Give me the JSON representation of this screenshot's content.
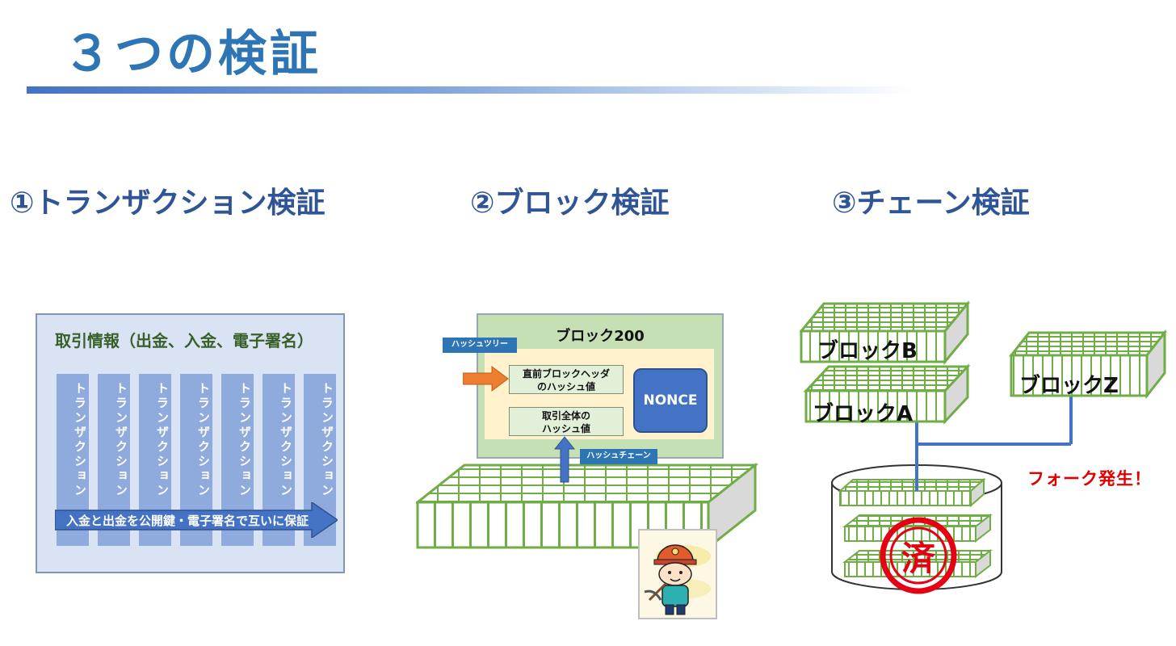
{
  "title": "３つの検証",
  "sections": [
    {
      "label": "①トランザクション検証"
    },
    {
      "label": "②ブロック検証"
    },
    {
      "label": "③チェーン検証"
    }
  ],
  "tx_panel": {
    "heading": "取引情報（出金、入金、電子署名）",
    "columns": [
      "トランザクション",
      "トランザクション",
      "トランザクション",
      "トランザクション",
      "トランザクション",
      "トランザクション",
      "トランザクション"
    ],
    "arrow_text": "入金と出金を公開鍵・電子署名で互いに保証"
  },
  "block_panel": {
    "title": "ブロック200",
    "prev_hash_line1": "直前ブロックヘッダ",
    "prev_hash_line2": "のハッシュ値",
    "tx_hash_line1": "取引全体の",
    "tx_hash_line2": "ハッシュ値",
    "nonce": "NONCE",
    "hash_tree_tag": "ハッシュツリー",
    "hash_chain_tag": "ハッシュチェーン"
  },
  "chain_panel": {
    "block_b": "ブロックB",
    "block_a": "ブロックA",
    "block_z": "ブロックZ",
    "fork_text": "フォーク発生！",
    "stamp": "済"
  },
  "colors": {
    "title_blue": "#2e75b6",
    "section_blue": "#2f5597",
    "panel_fill": "#dae3f3",
    "column_fill": "#8faadc",
    "arrow_fill": "#4472c4",
    "block_green": "#70ad47",
    "fork_red": "#e00000",
    "stamp_red": "#e60012"
  }
}
